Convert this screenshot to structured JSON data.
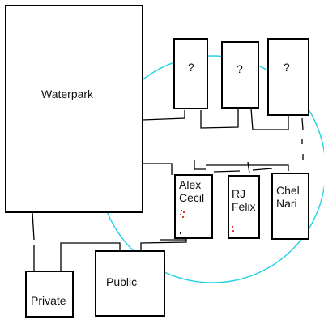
{
  "diagram": {
    "colors": {
      "stroke": "#000000",
      "circle": "#22d3e6",
      "marks": "#e53935"
    },
    "buildings": {
      "waterpark": {
        "label": "Waterpark"
      },
      "private": {
        "label": "Private"
      },
      "public": {
        "label": "Public"
      },
      "unknown_1": {
        "label": "?"
      },
      "unknown_2": {
        "label": "?"
      },
      "unknown_3": {
        "label": "?"
      },
      "cabin_1": {
        "label": "Alex\nCecil"
      },
      "cabin_2": {
        "label": "RJ\nFelix"
      },
      "cabin_3": {
        "label": "Chel\nNari"
      }
    }
  }
}
